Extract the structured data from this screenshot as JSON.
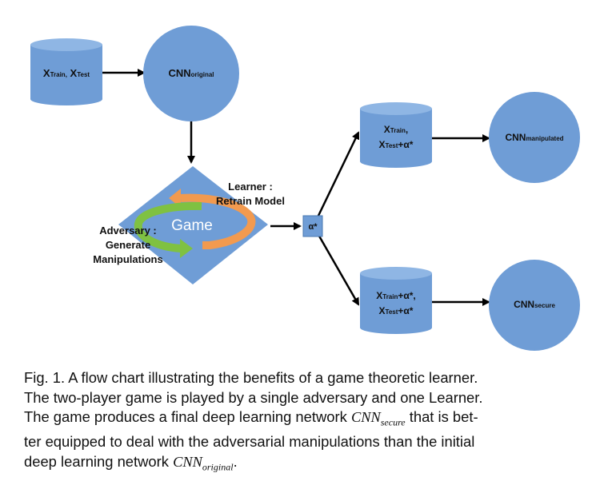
{
  "nodes": {
    "data_input": {
      "main1": "X",
      "sub1": "Train,",
      "main2": "X",
      "sub2": "Test"
    },
    "cnn_original": {
      "main": "CNN",
      "sub": "original"
    },
    "game": {
      "label": "Game"
    },
    "learner": {
      "line1": "Learner :",
      "line2": "Retrain Model"
    },
    "adversary": {
      "line1": "Adversary :",
      "line2": "Generate",
      "line3": "Manipulations"
    },
    "alpha_box": {
      "label": "α*"
    },
    "data_manipulated": {
      "l1_main": "X",
      "l1_sub": "Train",
      "l1_tail": ",",
      "l2_main": "X",
      "l2_sub": "Test",
      "l2_tail": "+α*"
    },
    "cnn_manipulated": {
      "main": "CNN",
      "sub": "manipulated"
    },
    "data_secure": {
      "l1_main": "X",
      "l1_sub": "Train",
      "l1_tail": "+α*,",
      "l2_main": "X",
      "l2_sub": "Test",
      "l2_tail": "+α*"
    },
    "cnn_secure": {
      "main": "CNN",
      "sub": "secure"
    }
  },
  "colors": {
    "node_blue": "#6f9dd6",
    "cylinder_top": "#8fb6e4",
    "arrow_green": "#7fc142",
    "arrow_orange": "#f29a4f",
    "edge": "#000000"
  },
  "caption": {
    "line1": "Fig. 1. A flow chart illustrating the benefits of a game theoretic learner.",
    "line2": "The two-player game is played by a single adversary and one Learner.",
    "line3_pre": "The game produces a final deep learning network ",
    "line3_math": "CNN",
    "line3_math_sub": "secure",
    "line3_post": " that is bet-",
    "line4": "ter equipped to deal with the adversarial manipulations than the initial",
    "line5_pre": "deep learning network ",
    "line5_math": "CNN",
    "line5_math_sub": "original",
    "line5_post": "."
  }
}
